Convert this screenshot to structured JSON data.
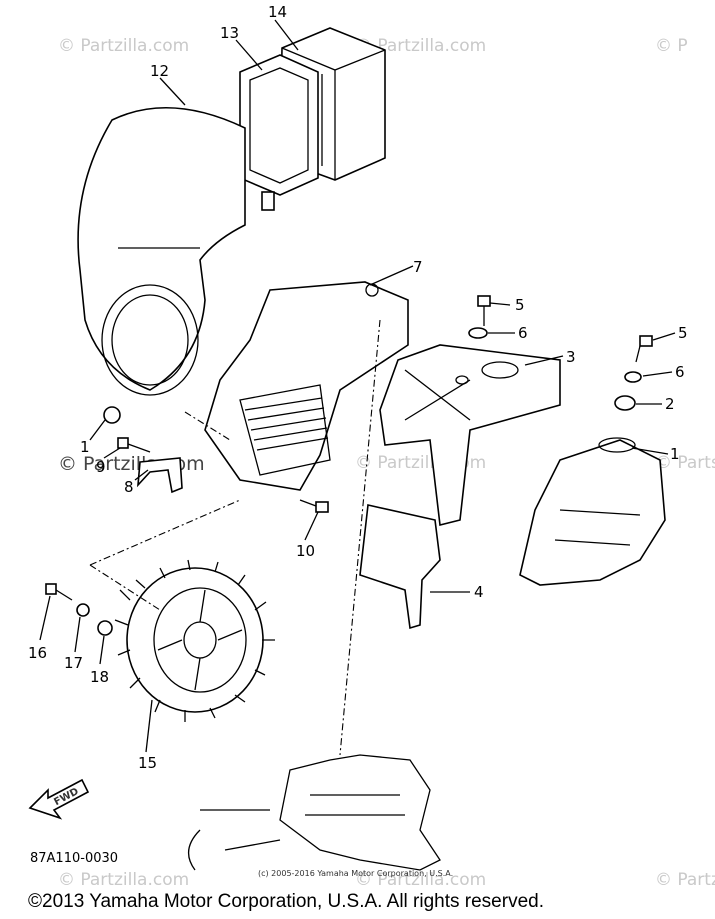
{
  "watermarks": [
    "© Partzilla.com",
    "© Partzilla.com",
    "© P",
    "© Partzilla.com",
    "© Partzilla.com",
    "© Parts",
    "© Partzilla.com",
    "© Partzilla.com",
    "© Partzilla.com"
  ],
  "callouts": [
    "14",
    "13",
    "12",
    "7",
    "5",
    "6",
    "3",
    "5",
    "6",
    "2",
    "1",
    "1",
    "9",
    "8",
    "10",
    "4",
    "16",
    "17",
    "18",
    "15"
  ],
  "fwd_label": "FWD",
  "drawing_code": "87A110-0030",
  "small_copyright": "(c) 2005-2016 Yamaha Motor Corporation, U.S.A.",
  "copyright": "©2013 Yamaha Motor Corporation, U.S.A. All rights reserved."
}
